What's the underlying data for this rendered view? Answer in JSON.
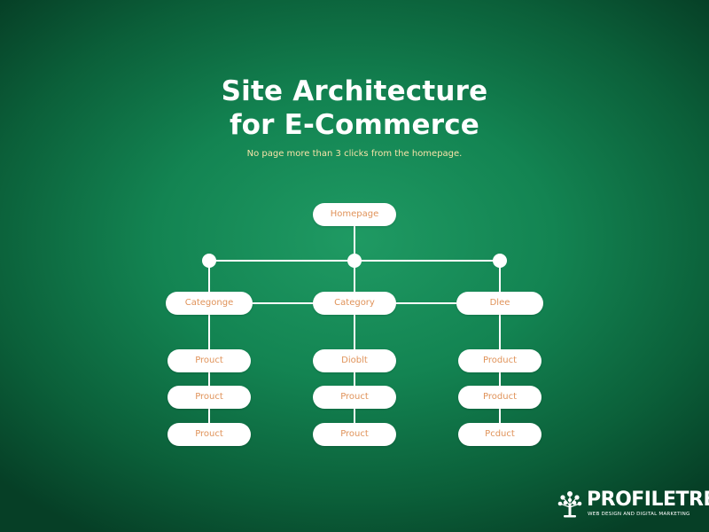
{
  "header": {
    "title_line1": "Site Architecture",
    "title_line2": "for E-Commerce",
    "subtitle": "No page more than 3 clicks from the homepage."
  },
  "diagram": {
    "homepage": "Homepage",
    "categories": [
      {
        "label": "Categonge",
        "products": [
          "Prouct",
          "Prouct",
          "Prouct"
        ]
      },
      {
        "label": "Category",
        "products": [
          "Dioblt",
          "Prouct",
          "Prouct"
        ]
      },
      {
        "label": "Dlee",
        "products": [
          "Product",
          "Product",
          "Pcduct"
        ]
      }
    ]
  },
  "brand": {
    "name": "PROFILETREE",
    "tagline": "WEB DESIGN AND DIGITAL MARKETING"
  },
  "colors": {
    "background": "#138452",
    "node_fill": "#ffffff",
    "node_text": "#e0935a",
    "subtitle": "#f6e3a8",
    "connector": "#ffffff"
  }
}
